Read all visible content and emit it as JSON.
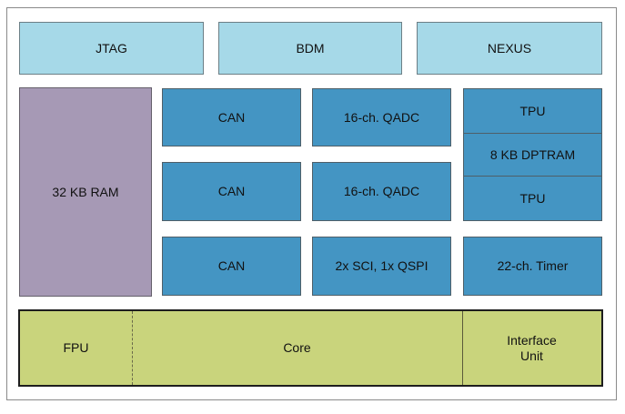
{
  "debug_interfaces": [
    "JTAG",
    "BDM",
    "NEXUS"
  ],
  "memory": {
    "ram": "32 KB RAM"
  },
  "peripherals": {
    "row1": [
      "CAN",
      "16-ch. QADC"
    ],
    "row2": [
      "CAN",
      "16-ch. QADC"
    ],
    "row3": [
      "CAN",
      "2x SCI, 1x QSPI",
      "22-ch. Timer"
    ]
  },
  "tpu_group": [
    "TPU",
    "8 KB DPTRAM",
    "TPU"
  ],
  "cpu": {
    "fpu": "FPU",
    "core": "Core",
    "interface_line1": "Interface",
    "interface_line2": "Unit"
  },
  "colors": {
    "debug": "#a6d9e8",
    "peripheral": "#4495c3",
    "ram": "#a699b5",
    "cpu": "#c9d47c"
  }
}
